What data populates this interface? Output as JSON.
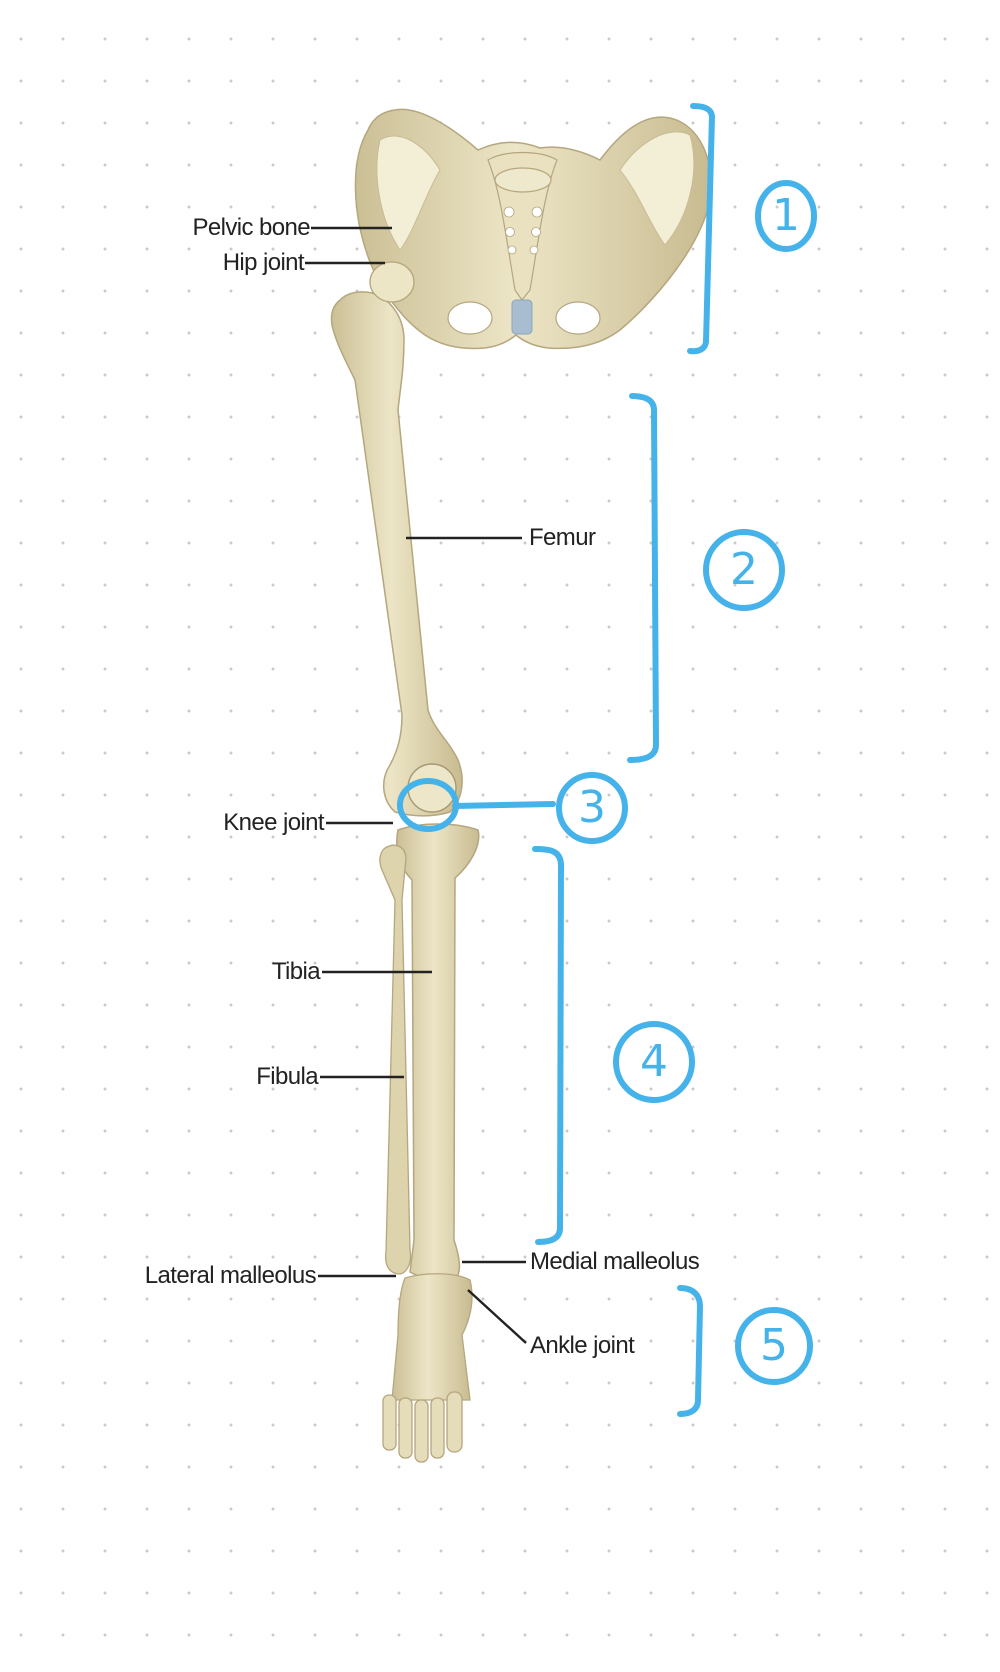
{
  "labels": {
    "pelvic_bone": "Pelvic bone",
    "hip_joint": "Hip joint",
    "femur": "Femur",
    "knee_joint": "Knee joint",
    "tibia": "Tibia",
    "fibula": "Fibula",
    "lateral_malleolus": "Lateral malleolus",
    "medial_malleolus": "Medial malleolus",
    "ankle_joint": "Ankle joint"
  },
  "annotations": {
    "section_1": "1",
    "section_2": "2",
    "section_3": "3",
    "section_4": "4",
    "section_5": "5"
  },
  "colors": {
    "bone": "#e3d9b4",
    "bone_shadow": "#bfb08a",
    "annotation": "#45b3ea",
    "leader": "#222222",
    "cartilage": "#a9bdd0"
  }
}
